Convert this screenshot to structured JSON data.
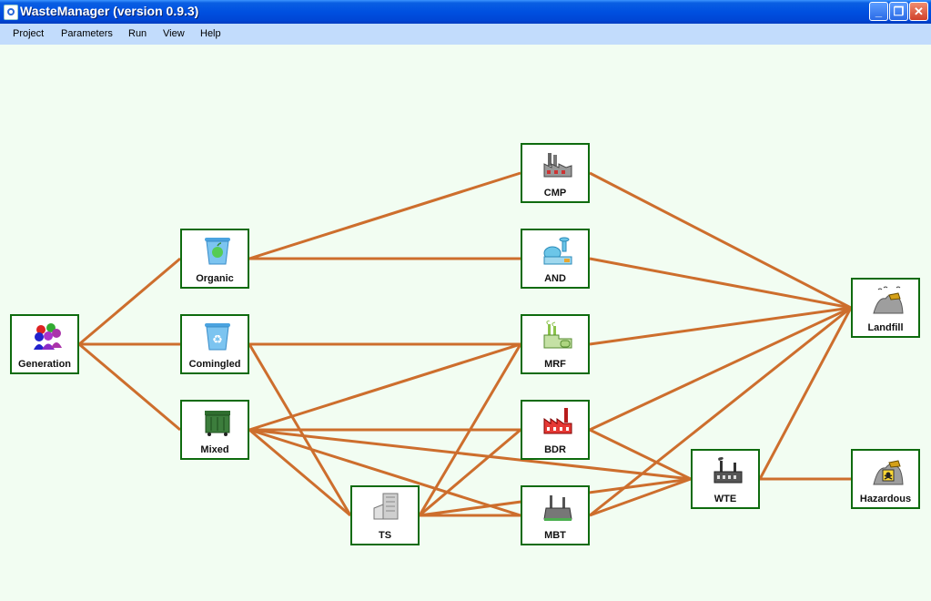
{
  "window": {
    "title": "WasteManager (version 0.9.3)"
  },
  "menu": [
    {
      "label": "Project"
    },
    {
      "label": "Parameters"
    },
    {
      "label": "Run"
    },
    {
      "label": "View"
    },
    {
      "label": "Help"
    }
  ],
  "colors": {
    "edge": "#cd6e2d",
    "node_border": "#0e6b0e",
    "canvas": "#f2fdf2"
  },
  "nodes": [
    {
      "id": "generation",
      "label": "Generation",
      "icon": "people-icon"
    },
    {
      "id": "organic",
      "label": "Organic",
      "icon": "organic-bin-icon"
    },
    {
      "id": "comingled",
      "label": "Comingled",
      "icon": "recycle-bin-icon"
    },
    {
      "id": "mixed",
      "label": "Mixed",
      "icon": "dumpster-icon"
    },
    {
      "id": "cmp",
      "label": "CMP",
      "icon": "factory-icon"
    },
    {
      "id": "and",
      "label": "AND",
      "icon": "digester-plant-icon"
    },
    {
      "id": "mrf",
      "label": "MRF",
      "icon": "recycling-facility-icon"
    },
    {
      "id": "bdr",
      "label": "BDR",
      "icon": "red-factory-icon"
    },
    {
      "id": "ts",
      "label": "TS",
      "icon": "transfer-station-icon"
    },
    {
      "id": "mbt",
      "label": "MBT",
      "icon": "treatment-plant-icon"
    },
    {
      "id": "wte",
      "label": "WTE",
      "icon": "incinerator-icon"
    },
    {
      "id": "landfill",
      "label": "Landfill",
      "icon": "landfill-icon"
    },
    {
      "id": "hazardous",
      "label": "Hazardous",
      "icon": "hazardous-landfill-icon"
    }
  ],
  "edges": [
    [
      "generation",
      "organic"
    ],
    [
      "generation",
      "comingled"
    ],
    [
      "generation",
      "mixed"
    ],
    [
      "organic",
      "cmp"
    ],
    [
      "organic",
      "and"
    ],
    [
      "comingled",
      "mrf"
    ],
    [
      "comingled",
      "ts"
    ],
    [
      "mixed",
      "mrf"
    ],
    [
      "mixed",
      "bdr"
    ],
    [
      "mixed",
      "mbt"
    ],
    [
      "mixed",
      "wte"
    ],
    [
      "mixed",
      "ts"
    ],
    [
      "ts",
      "mrf"
    ],
    [
      "ts",
      "bdr"
    ],
    [
      "ts",
      "mbt"
    ],
    [
      "ts",
      "wte"
    ],
    [
      "cmp",
      "landfill"
    ],
    [
      "and",
      "landfill"
    ],
    [
      "mrf",
      "landfill"
    ],
    [
      "bdr",
      "landfill"
    ],
    [
      "bdr",
      "wte"
    ],
    [
      "mbt",
      "landfill"
    ],
    [
      "mbt",
      "wte"
    ],
    [
      "wte",
      "landfill"
    ],
    [
      "wte",
      "hazardous"
    ]
  ]
}
